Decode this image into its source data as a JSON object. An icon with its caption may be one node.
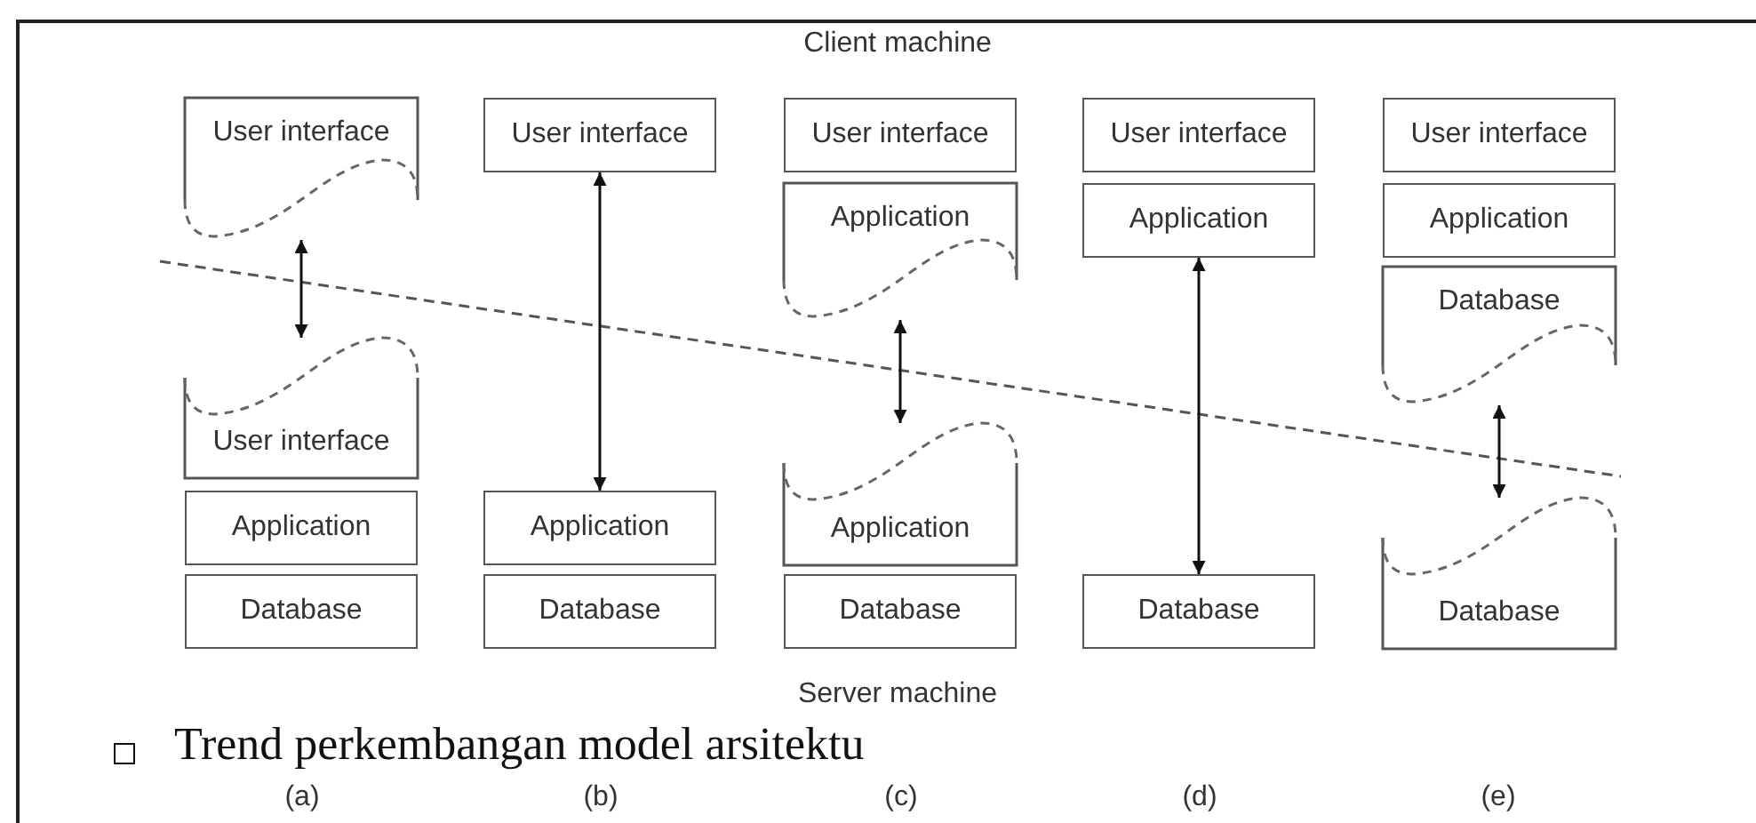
{
  "diagram": {
    "caption": "Trend perkembangan model arsitektu",
    "nodes": [
      {
        "text": [
          "User interface"
        ]
      },
      {
        "text": [
          "User interface"
        ]
      },
      {
        "text": [
          "Application"
        ]
      },
      {
        "text": [
          "Database"
        ]
      },
      {
        "text": [
          "User interface"
        ]
      },
      {
        "text": [
          "Application"
        ]
      },
      {
        "text": [
          "Database"
        ]
      },
      {
        "text": [
          "User interface"
        ]
      },
      {
        "text": [
          "Application"
        ]
      },
      {
        "text": [
          "Application"
        ]
      },
      {
        "text": [
          "Database"
        ]
      },
      {
        "text": [
          "User interface"
        ]
      },
      {
        "text": [
          "Application"
        ]
      },
      {
        "text": [
          "Database"
        ]
      },
      {
        "text": [
          "User interface"
        ]
      },
      {
        "text": [
          "Application"
        ]
      },
      {
        "text": [
          "Database"
        ]
      },
      {
        "text": [
          "Database"
        ]
      }
    ],
    "edges": [
      {
        "from": 0,
        "to": 1,
        "arrow": "both"
      },
      {
        "from": 4,
        "to": 5,
        "arrow": "both"
      },
      {
        "from": 8,
        "to": 9,
        "arrow": "both"
      },
      {
        "from": 12,
        "to": 13,
        "arrow": "both"
      },
      {
        "from": 16,
        "to": 17,
        "arrow": "both"
      }
    ],
    "labels": [
      "Client machine",
      "Server machine",
      "(a)",
      "(b)",
      "(c)",
      "(d)",
      "(e)"
    ]
  }
}
